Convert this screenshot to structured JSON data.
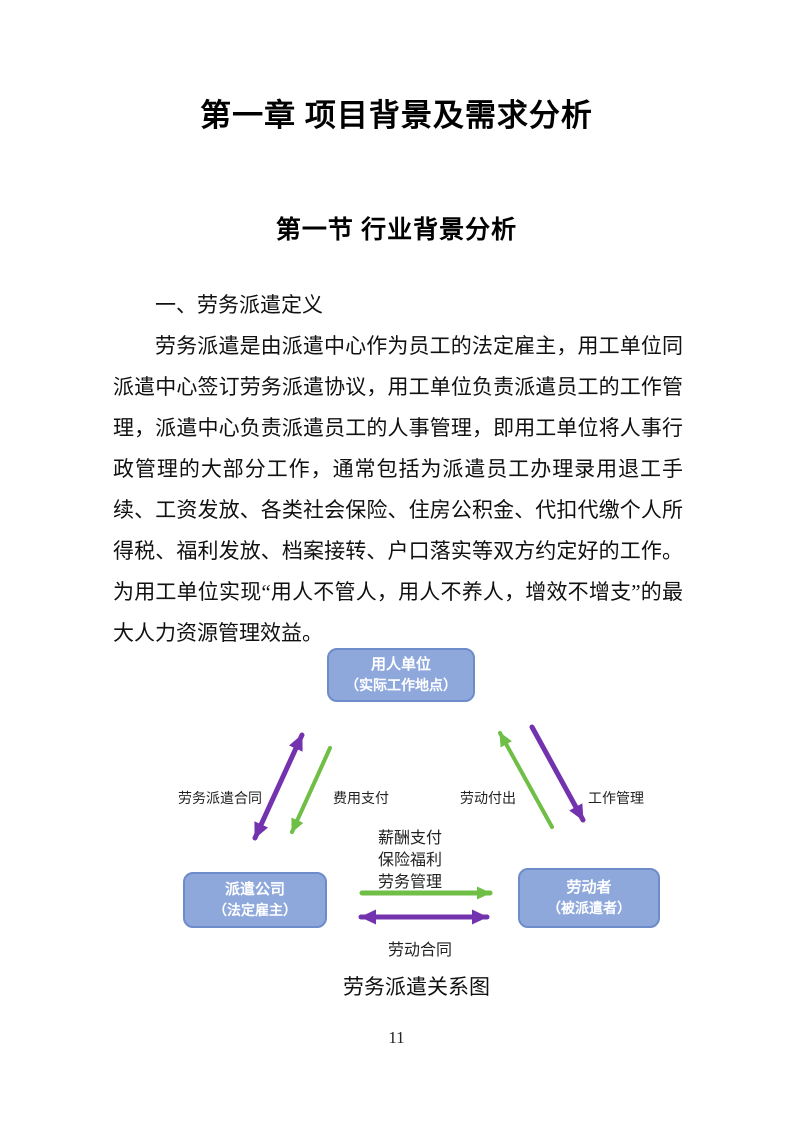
{
  "page": {
    "chapter_title": "第一章 项目背景及需求分析",
    "section_title": "第一节 行业背景分析",
    "subsection_heading": "一、劳务派遣定义",
    "body_paragraph": "劳务派遣是由派遣中心作为员工的法定雇主，用工单位同派遣中心签订劳务派遣协议，用工单位负责派遣员工的工作管理，派遣中心负责派遣员工的人事管理，即用工单位将人事行政管理的大部分工作，通常包括为派遣员工办理录用退工手续、工资发放、各类社会保险、住房公积金、代扣代缴个人所得税、福利发放、档案接转、户口落实等双方约定好的工作。为用工单位实现“用人不管人，用人不养人，增效不增支”的最大人力资源管理效益。",
    "page_number": "11"
  },
  "diagram": {
    "caption": "劳务派遣关系图",
    "nodes": {
      "employer": {
        "title": "用人单位",
        "subtitle": "（实际工作地点）"
      },
      "agency": {
        "title": "派遣公司",
        "subtitle": "（法定雇主）"
      },
      "worker": {
        "title": "劳动者",
        "subtitle": "（被派遣者）"
      }
    },
    "labels": {
      "dispatch_contract": "劳务派遣合同",
      "fee_payment": "费用支付",
      "labor_output": "劳动付出",
      "work_management": "工作管理",
      "salary_payment": "薪酬支付",
      "insurance_welfare": "保险福利",
      "labor_management": "劳务管理",
      "labor_contract": "劳动合同"
    },
    "colors": {
      "node_fill": "#8FA8DC",
      "node_border": "#6D8CC9",
      "green_arrow": "#6FBE45",
      "purple_arrow": "#7433AE"
    }
  }
}
